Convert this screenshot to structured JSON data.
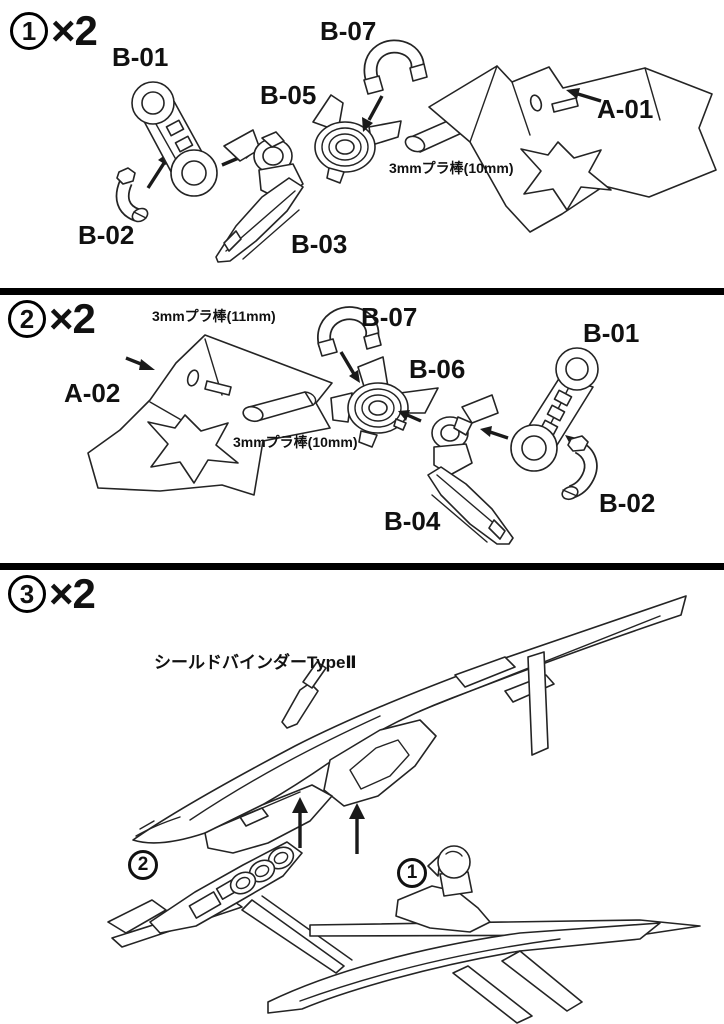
{
  "page": {
    "background": "#ffffff",
    "line_color": "#242424",
    "divider_color": "#000000"
  },
  "steps": [
    {
      "number": "1",
      "multiplier": "×2",
      "parts": {
        "b01": "B-01",
        "b02": "B-02",
        "b03": "B-03",
        "b05": "B-05",
        "b07": "B-07",
        "a01": "A-01"
      },
      "notes": {
        "rod10": "3mmプラ棒(10mm)"
      }
    },
    {
      "number": "2",
      "multiplier": "×2",
      "parts": {
        "a02": "A-02",
        "b01": "B-01",
        "b02": "B-02",
        "b04": "B-04",
        "b06": "B-06",
        "b07": "B-07"
      },
      "notes": {
        "rod11": "3mmプラ棒(11mm)",
        "rod10": "3mmプラ棒(10mm)"
      }
    },
    {
      "number": "3",
      "multiplier": "×2",
      "caption": "シールドバインダーTypeⅡ",
      "callouts": {
        "sub2": "2",
        "sub1": "1"
      }
    }
  ]
}
